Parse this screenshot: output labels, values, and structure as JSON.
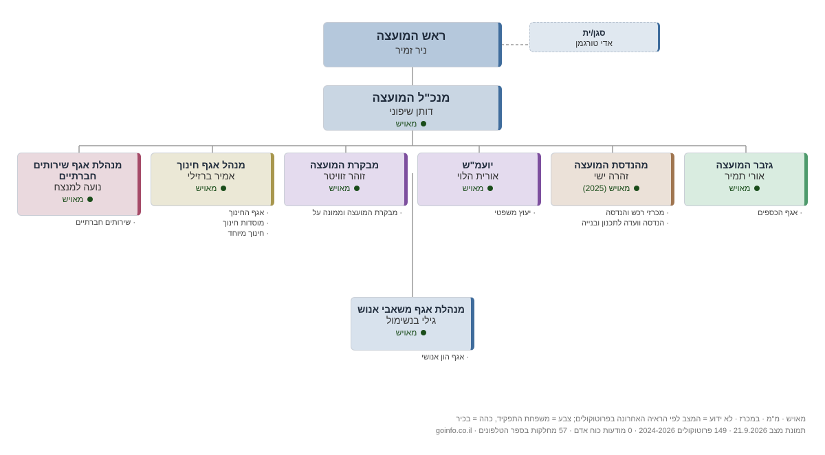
{
  "head": {
    "role": "ראש המועצה",
    "name": "ניר זמיר"
  },
  "deputy": {
    "role": "סגן/ית",
    "name": "אדי טורגמן"
  },
  "ceo": {
    "role": "מנכ\"ל המועצה",
    "name": "דותן שיפוני",
    "status": "מאויש"
  },
  "departments": [
    {
      "role": "גזבר המועצה",
      "name": "אורי תמיר",
      "status": "מאויש",
      "subs": [
        "אגף הכספים"
      ]
    },
    {
      "role": "מהנדסת המועצה",
      "name": "זהרה ישי",
      "status": "מאויש (2025)",
      "subs": [
        "מכרזי רכש והנדסה",
        "הנדסה וועדה לתכנון ובנייה"
      ]
    },
    {
      "role": "יועמ\"ש",
      "name": "אורית הלוי",
      "status": "מאויש",
      "subs": [
        "יעוץ משפטי"
      ]
    },
    {
      "role": "מבקרת המועצה",
      "name": "זוהר זוויטר",
      "status": "מאויש",
      "subs": [
        "מבקרת המועצה וממונה על"
      ]
    },
    {
      "role": "מנהל אגף חינוך",
      "name": "אמיר ברזילי",
      "status": "מאויש",
      "subs": [
        "אגף החינוך",
        "מוסדות חינוך",
        "חינוך מיוחד"
      ]
    },
    {
      "role": "מנהלת אגף שירותים חברתיים",
      "name": "נועה למנצח",
      "status": "מאויש",
      "subs": [
        "שירותים חברתיים"
      ]
    }
  ],
  "hr": {
    "role": "מנהלת אגף משאבי אנוש",
    "name": "גילי בנשימול",
    "status": "מאויש",
    "subs": [
      "אגף הון אנושי"
    ]
  },
  "legend": {
    "line1": "מאויש · מ\"מ · במכרז · לא ידוע = המצב לפי הראיה האחרונה בפרוטוקולים; צבע = משפחת התפקיד, כהה = בכיר",
    "line2": "תמונת מצב 21.9.2026 · 149 פרוטוקולים 2024-2026 · 0 מודעות כוח אדם · 57 מחלקות בספר הטלפונים · goinfo.co.il"
  }
}
